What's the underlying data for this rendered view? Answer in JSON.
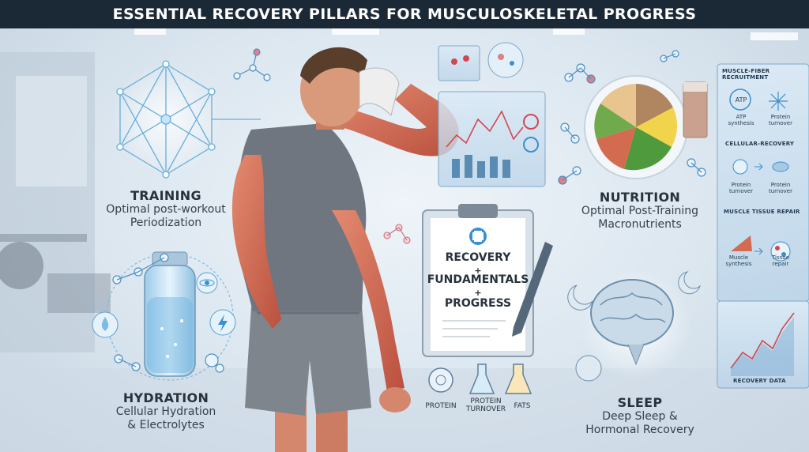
{
  "title": "ESSENTIAL RECOVERY PILLARS FOR MUSCULOSKELETAL PROGRESS",
  "pillars": {
    "training": {
      "heading": "TRAINING",
      "line1": "Optimal post-workout",
      "line2": "Periodization"
    },
    "hydration": {
      "heading": "HYDRATION",
      "line1": "Cellular Hydration",
      "line2": "& Electrolytes"
    },
    "nutrition": {
      "heading": "NUTRITION",
      "line1": "Optimal Post-Training",
      "line2": "Macronutrients"
    },
    "sleep": {
      "heading": "SLEEP",
      "line1": "Deep Sleep &",
      "line2": "Hormonal Recovery"
    }
  },
  "clipboard": {
    "line1": "RECOVERY",
    "plus1": "+",
    "line2": "FUNDAMENTALS",
    "plus2": "+",
    "line3": "PROGRESS"
  },
  "macros": [
    {
      "label1": "PROTEIN",
      "label2": "",
      "icon": "gear-molecule-icon"
    },
    {
      "label1": "PROTEIN",
      "label2": "TURNOVER",
      "icon": "flask-icon"
    },
    {
      "label1": "FATS",
      "label2": "",
      "icon": "beaker-icon"
    }
  ],
  "side_panel": {
    "section1": {
      "title": "MUSCLE-FIBER RECRUITMENT",
      "a_icon_text": "ATP",
      "a_line1": "ATP",
      "a_line2": "synthesis",
      "b_line1": "Protein",
      "b_line2": "turnover"
    },
    "section2": {
      "title": "CELLULAR-RECOVERY",
      "a_line1": "Protein",
      "a_line2": "turnover",
      "b_line1": "Protein",
      "b_line2": "turnover"
    },
    "section3": {
      "title": "MUSCLE TISSUE REPAIR",
      "a_line1": "Muscle",
      "a_line2": "synthesis",
      "b_line1": "Tissue",
      "b_line2": "repair"
    },
    "section4": {
      "title": "RECOVERY DATA"
    }
  },
  "colors": {
    "title_bar": "#1b2836",
    "accent_blue": "#3a8fd0",
    "muscle": "#d8725a",
    "shirt": "#6f7680",
    "shorts": "#7f858c"
  }
}
